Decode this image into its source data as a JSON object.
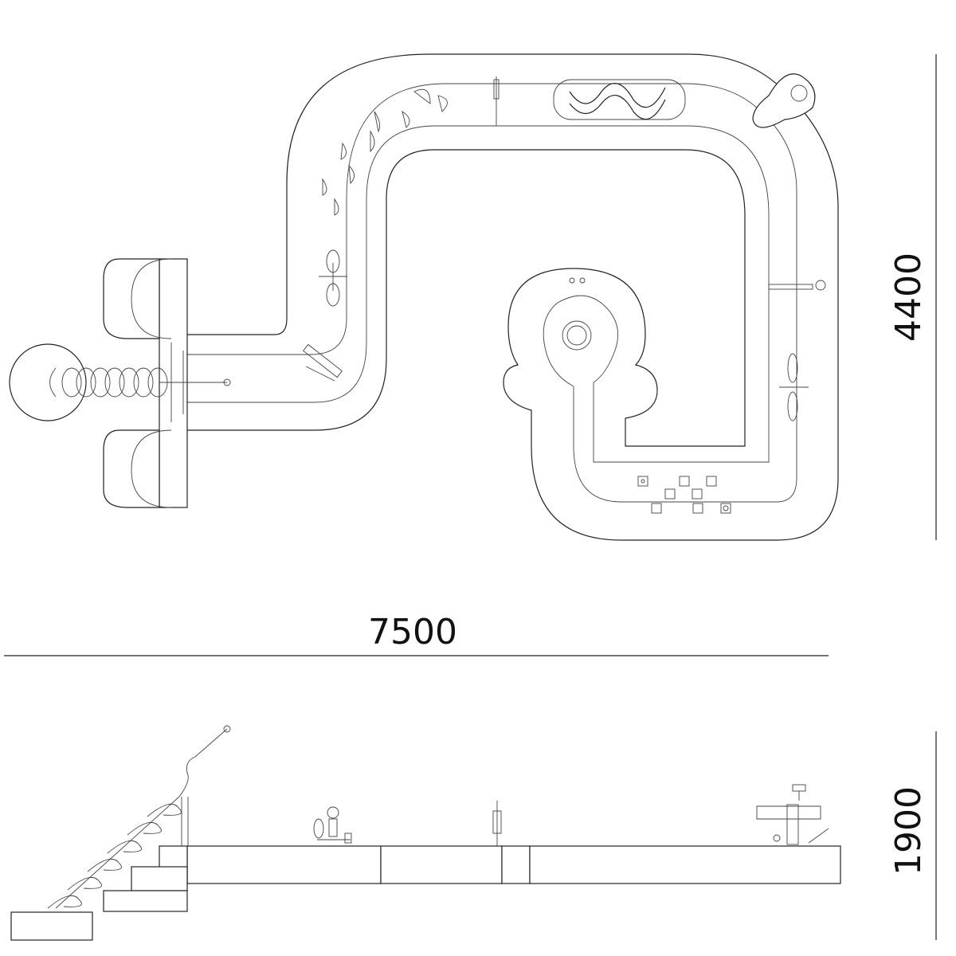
{
  "plan_view": {
    "width_dimension": "7500",
    "depth_dimension": "4400"
  },
  "side_view": {
    "height_dimension": "1900"
  }
}
